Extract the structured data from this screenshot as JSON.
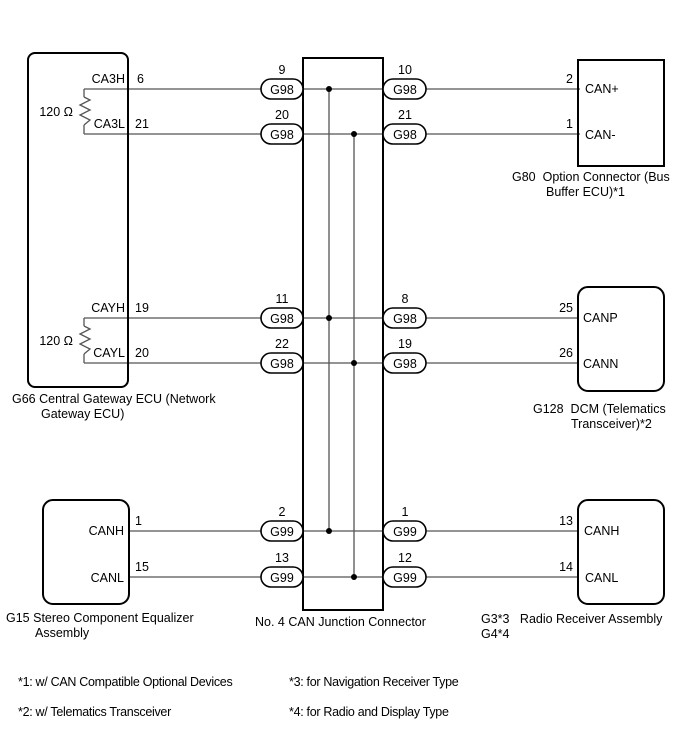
{
  "components": {
    "gateway": {
      "code": "G66",
      "name_line1": "Central Gateway ECU (Network",
      "name_line2": "Gateway ECU)",
      "pins": [
        {
          "label": "CA3H",
          "pin": "6"
        },
        {
          "label": "CA3L",
          "pin": "21"
        },
        {
          "label": "CAYH",
          "pin": "19"
        },
        {
          "label": "CAYL",
          "pin": "20"
        }
      ],
      "resistors": [
        "120 Ω",
        "120 Ω"
      ]
    },
    "option_connector": {
      "code": "G80",
      "name_line1": "Option Connector (Bus",
      "name_line2": "Buffer ECU)*1",
      "pins": [
        {
          "label": "CAN+",
          "pin": "2"
        },
        {
          "label": "CAN-",
          "pin": "1"
        }
      ]
    },
    "dcm": {
      "code": "G128",
      "name_line1": "DCM (Telematics",
      "name_line2": "Transceiver)*2",
      "pins": [
        {
          "label": "CANP",
          "pin": "25"
        },
        {
          "label": "CANN",
          "pin": "26"
        }
      ]
    },
    "stereo": {
      "code": "G15",
      "name_line1": "Stereo Component Equalizer",
      "name_line2": "Assembly",
      "pins": [
        {
          "label": "CANH",
          "pin": "1"
        },
        {
          "label": "CANL",
          "pin": "15"
        }
      ]
    },
    "radio": {
      "code_line1": "G3*3",
      "code_line2": "G4*4",
      "name": "Radio Receiver Assembly",
      "pins": [
        {
          "label": "CANH",
          "pin": "13"
        },
        {
          "label": "CANL",
          "pin": "14"
        }
      ]
    },
    "junction": {
      "name": "No. 4 CAN Junction Connector",
      "left": [
        {
          "conn": "G98",
          "pin": "9"
        },
        {
          "conn": "G98",
          "pin": "20"
        },
        {
          "conn": "G98",
          "pin": "11"
        },
        {
          "conn": "G98",
          "pin": "22"
        },
        {
          "conn": "G99",
          "pin": "2"
        },
        {
          "conn": "G99",
          "pin": "13"
        }
      ],
      "right": [
        {
          "conn": "G98",
          "pin": "10"
        },
        {
          "conn": "G98",
          "pin": "21"
        },
        {
          "conn": "G98",
          "pin": "8"
        },
        {
          "conn": "G98",
          "pin": "19"
        },
        {
          "conn": "G99",
          "pin": "1"
        },
        {
          "conn": "G99",
          "pin": "12"
        }
      ]
    }
  },
  "notes": [
    "*1: w/ CAN Compatible Optional Devices",
    "*2: w/ Telematics Transceiver",
    "*3: for Navigation Receiver Type",
    "*4: for Radio and Display Type"
  ]
}
